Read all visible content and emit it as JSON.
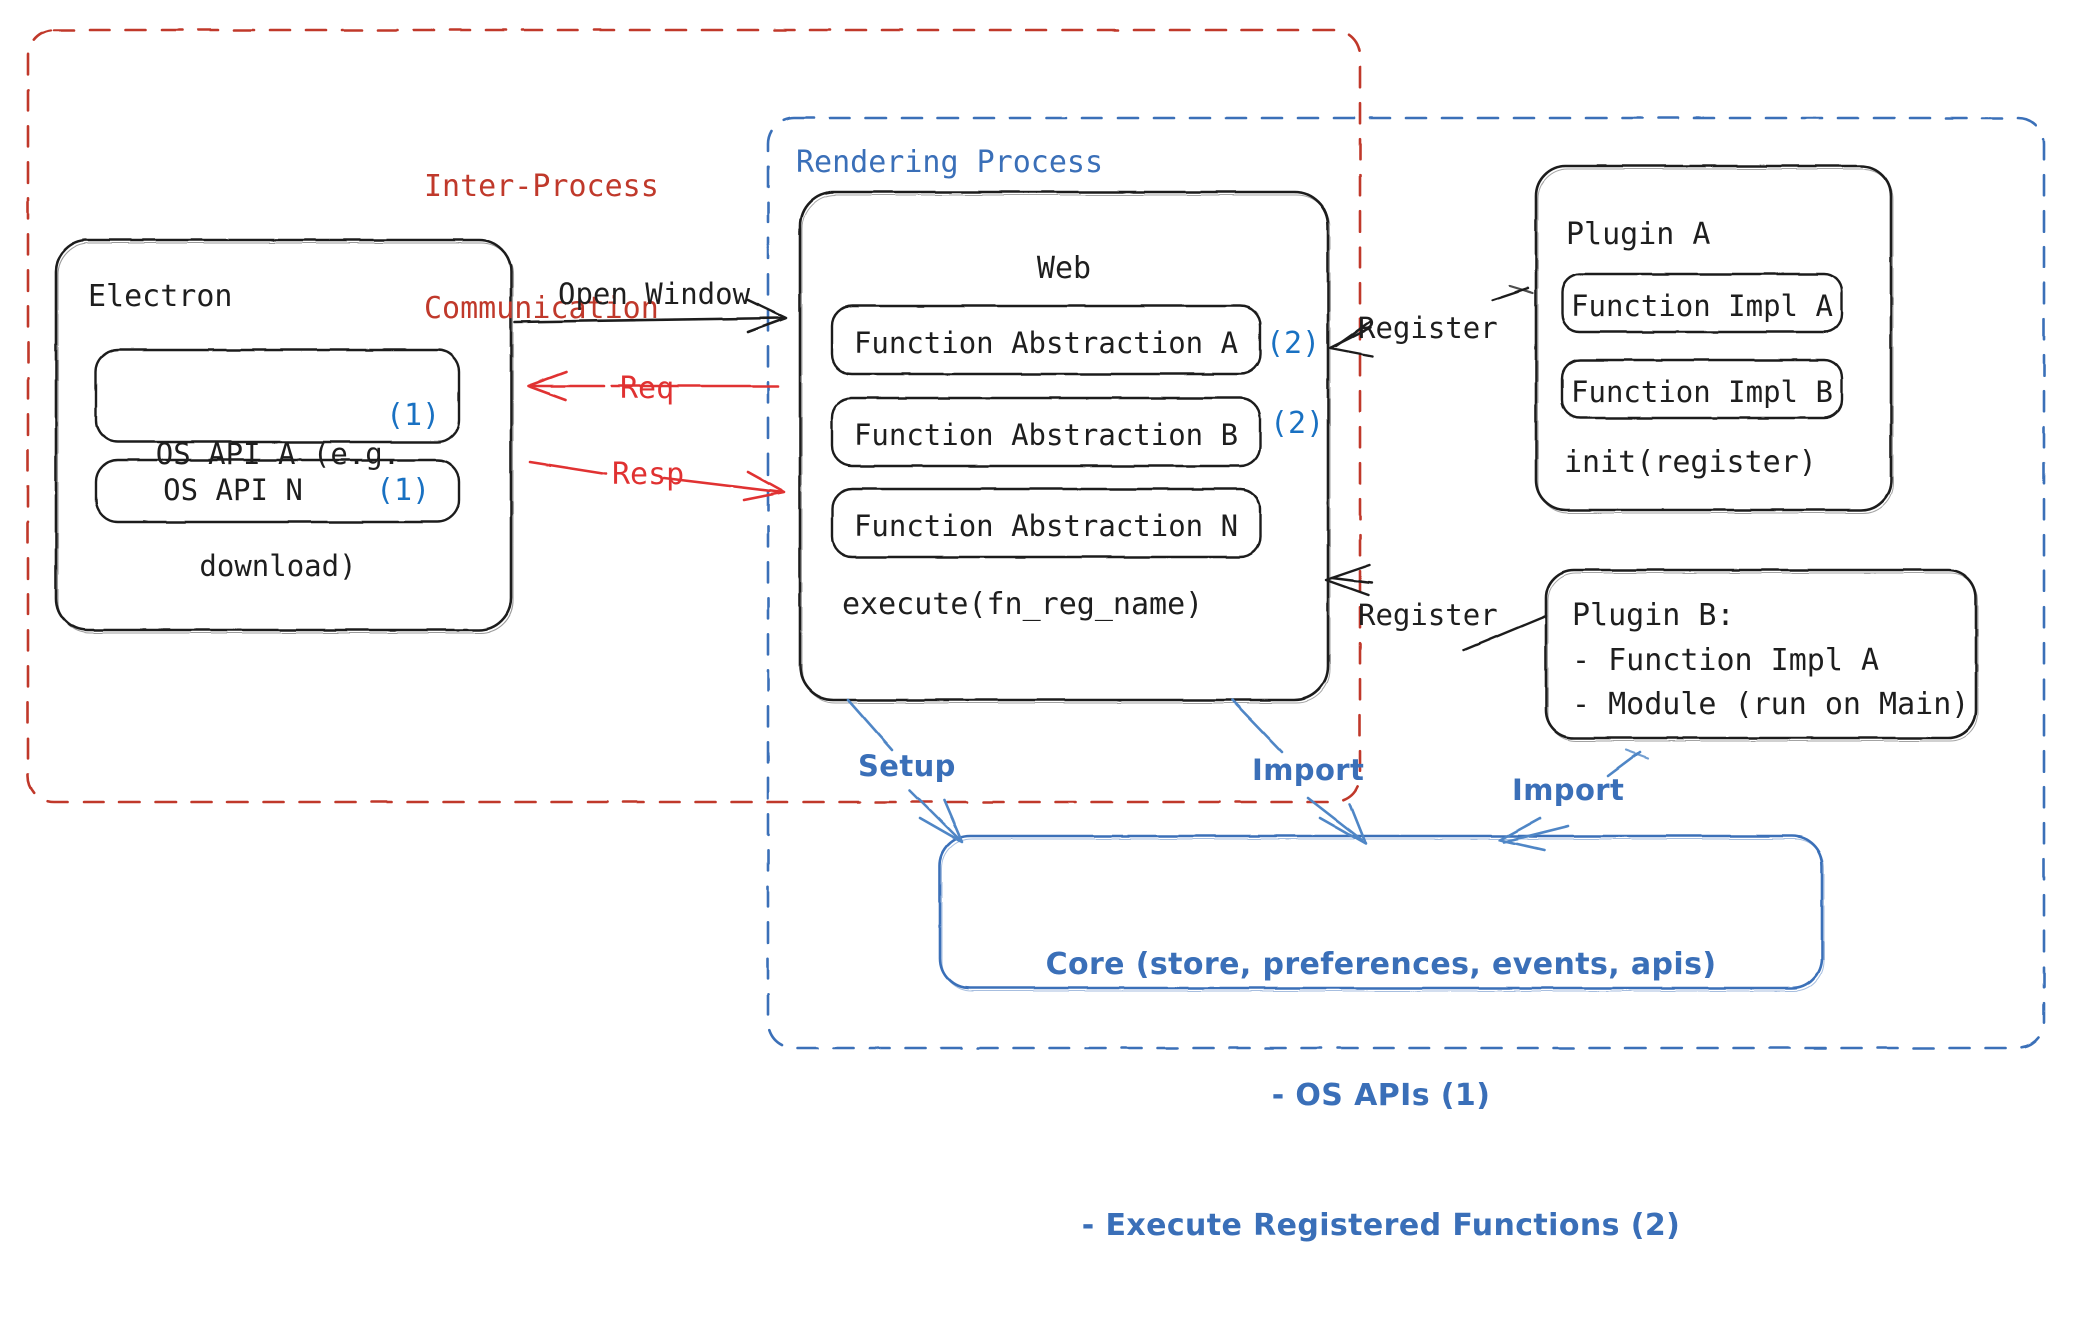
{
  "diagram": {
    "title_hidden": "",
    "colors": {
      "ink": "#1e1e1e",
      "red": "#c0392b",
      "red_arrow": "#e03131",
      "blue": "#3a6fb8",
      "blue_num": "#1971c2",
      "background": "#ffffff"
    },
    "regions": {
      "ipc": {
        "label": "Inter-Process\nCommunication",
        "line1": "Inter-Process",
        "line2": "Communication",
        "border_style": "dashed",
        "color": "#c0392b"
      },
      "rendering": {
        "label": "Rendering Process",
        "border_style": "dashed",
        "color": "#3a6fb8"
      }
    },
    "nodes": {
      "electron": {
        "title": "Electron",
        "items": [
          {
            "text_line1": "OS API A (e.g.",
            "text_line2": "download)",
            "badge": "(1)"
          },
          {
            "text_line1": "OS API N",
            "text_line2": "",
            "badge": "(1)"
          }
        ]
      },
      "web": {
        "title": "Web",
        "items": [
          {
            "text": "Function Abstraction A",
            "badge": "(2)"
          },
          {
            "text": "Function Abstraction B",
            "badge": "(2)"
          },
          {
            "text": "Function Abstraction N",
            "badge": ""
          }
        ],
        "footer": "execute(fn_reg_name)"
      },
      "plugin_a": {
        "title": "Plugin A",
        "items": [
          {
            "text": "Function Impl A"
          },
          {
            "text": "Function Impl B"
          }
        ],
        "footer": "init(register)"
      },
      "plugin_b": {
        "title": "Plugin B:",
        "lines": [
          "- Function Impl A",
          "- Module (run on Main)"
        ]
      },
      "core": {
        "line1": "Core (store, preferences, events, apis)",
        "line2": "- OS APIs (1)",
        "line3": "- Execute Registered Functions (2)"
      }
    },
    "edges": [
      {
        "id": "open-window",
        "label": "Open Window",
        "color": "#1e1e1e",
        "direction": "right"
      },
      {
        "id": "req",
        "label": "Req",
        "color": "#e03131",
        "direction": "left"
      },
      {
        "id": "resp",
        "label": "Resp",
        "color": "#e03131",
        "direction": "right"
      },
      {
        "id": "register-a",
        "label": "Register",
        "color": "#1e1e1e",
        "direction": "left"
      },
      {
        "id": "register-b",
        "label": "Register",
        "color": "#1e1e1e",
        "direction": "left"
      },
      {
        "id": "setup",
        "label": "Setup",
        "color": "#3a6fb8",
        "direction": "down"
      },
      {
        "id": "import-web",
        "label": "Import",
        "color": "#3a6fb8",
        "direction": "down"
      },
      {
        "id": "import-plugin",
        "label": "Import",
        "color": "#3a6fb8",
        "direction": "down-left"
      }
    ]
  }
}
